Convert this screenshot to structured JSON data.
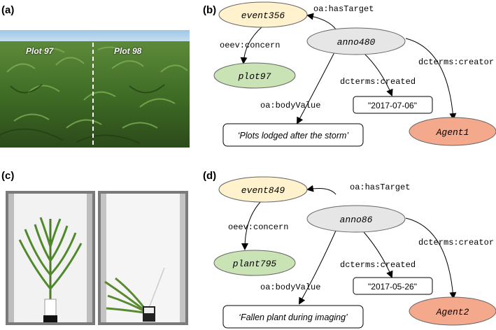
{
  "panels": {
    "a": "(a)",
    "b": "(b)",
    "c": "(c)",
    "d": "(d)"
  },
  "photo_a": {
    "plot_left": "Plot 97",
    "plot_right": "Plot 98"
  },
  "graph_b": {
    "event": "event356",
    "anno": "anno480",
    "target": "plot97",
    "agent": "Agent1",
    "date": "\"2017-07-06\"",
    "body": "‘Plots lodged after the storm’",
    "edge_hasTarget": "oa:hasTarget",
    "edge_concern": "oeev:concern",
    "edge_creator": "dcterms:creator",
    "edge_created": "dcterms:created",
    "edge_bodyValue": "oa:bodyValue"
  },
  "graph_d": {
    "event": "event849",
    "anno": "anno86",
    "target": "plant795",
    "agent": "Agent2",
    "date": "\"2017-05-26\"",
    "body": "‘Fallen plant during imaging’",
    "edge_hasTarget": "oa:hasTarget",
    "edge_concern": "oeev:concern",
    "edge_creator": "dcterms:creator",
    "edge_created": "dcterms:created",
    "edge_bodyValue": "oa:bodyValue"
  },
  "colors": {
    "event_fill": "#fff2cc",
    "anno_fill": "#e6e6e6",
    "target_fill": "#c9e3b4",
    "agent_fill": "#f4a98c"
  }
}
